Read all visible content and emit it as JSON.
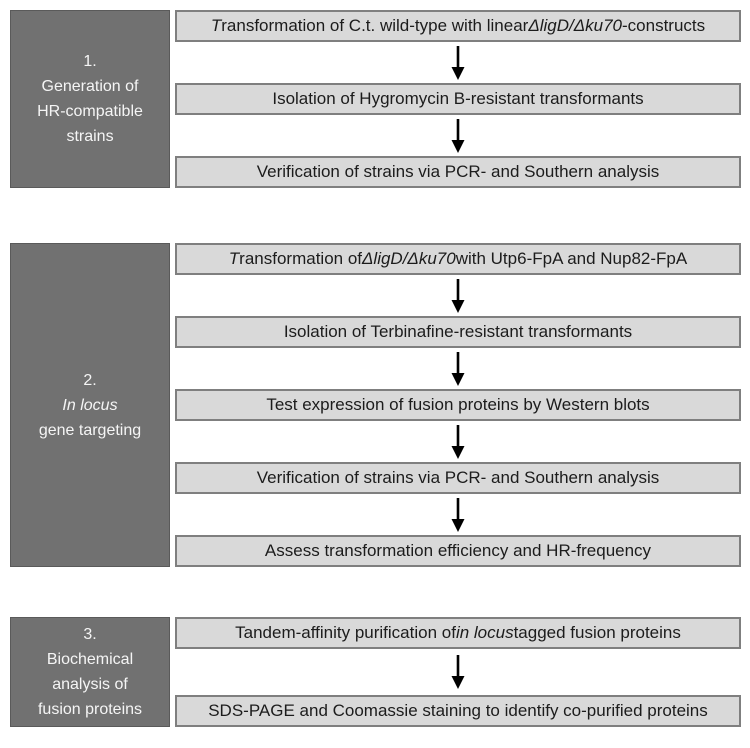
{
  "colors": {
    "dark_box_fill": "#717171",
    "dark_box_border": "#5a5a5a",
    "dark_box_text": "#f5f5f5",
    "step_box_fill": "#d9d9d9",
    "step_box_border": "#7f7f7f",
    "step_box_text": "#1c1c1c",
    "arrow": "#000000",
    "background": "#ffffff"
  },
  "sections": [
    {
      "id": "phase-1",
      "label_lines": [
        [
          {
            "t": "1."
          }
        ],
        [
          {
            "t": "Generation of"
          }
        ],
        [
          {
            "t": "HR-compatible"
          }
        ],
        [
          {
            "t": "strains"
          }
        ]
      ],
      "steps": [
        [
          {
            "t": "T",
            "i": true
          },
          {
            "t": "ransformation of C.t. wild-type with linear "
          },
          {
            "t": "ΔligD/Δku70",
            "i": true
          },
          {
            "t": "-constructs"
          }
        ],
        [
          {
            "t": "Isolation of Hygromycin B-resistant transformants"
          }
        ],
        [
          {
            "t": "Verification of strains via PCR- and Southern analysis"
          }
        ]
      ]
    },
    {
      "id": "phase-2",
      "label_lines": [
        [
          {
            "t": "2."
          }
        ],
        [
          {
            "t": "In locus",
            "i": true
          }
        ],
        [
          {
            "t": "gene targeting"
          }
        ]
      ],
      "steps": [
        [
          {
            "t": "T",
            "i": true
          },
          {
            "t": "ransformation of "
          },
          {
            "t": "ΔligD/Δku70",
            "i": true
          },
          {
            "t": " with Utp6-FpA and Nup82-FpA"
          }
        ],
        [
          {
            "t": "Isolation of Terbinafine-resistant transformants"
          }
        ],
        [
          {
            "t": "Test expression of fusion proteins by Western blots"
          }
        ],
        [
          {
            "t": "Verification of strains via PCR- and Southern analysis"
          }
        ],
        [
          {
            "t": "Assess transformation efficiency and HR-frequency"
          }
        ]
      ]
    },
    {
      "id": "phase-3",
      "label_lines": [
        [
          {
            "t": "3."
          }
        ],
        [
          {
            "t": "Biochemical"
          }
        ],
        [
          {
            "t": "analysis of"
          }
        ],
        [
          {
            "t": "fusion proteins"
          }
        ]
      ],
      "steps": [
        [
          {
            "t": "Tandem-affinity purification of "
          },
          {
            "t": "in locus",
            "i": true
          },
          {
            "t": " tagged fusion proteins"
          }
        ],
        [
          {
            "t": "SDS-PAGE and Coomassie staining to identify co-purified proteins"
          }
        ]
      ]
    }
  ]
}
